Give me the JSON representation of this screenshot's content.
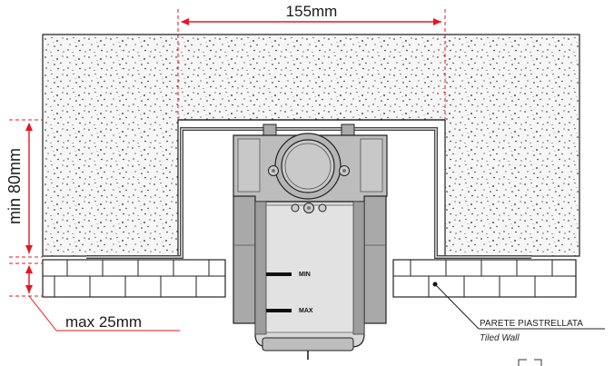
{
  "dimensions": {
    "width_label": "155mm",
    "depth_label": "min 80mm",
    "tile_label": "max 25mm"
  },
  "scale_marks": {
    "min_label": "MIN",
    "max_label": "MAX"
  },
  "wall_note": {
    "label": "PARETE PIASTRELLATA",
    "sublabel": "Tiled Wall"
  },
  "colors": {
    "dimension_red": "#e8141e",
    "concrete_fill": "#f4f4f4",
    "device_gray": "#b9b9b9",
    "device_dark": "#9b9b9b",
    "outline": "#222222"
  }
}
